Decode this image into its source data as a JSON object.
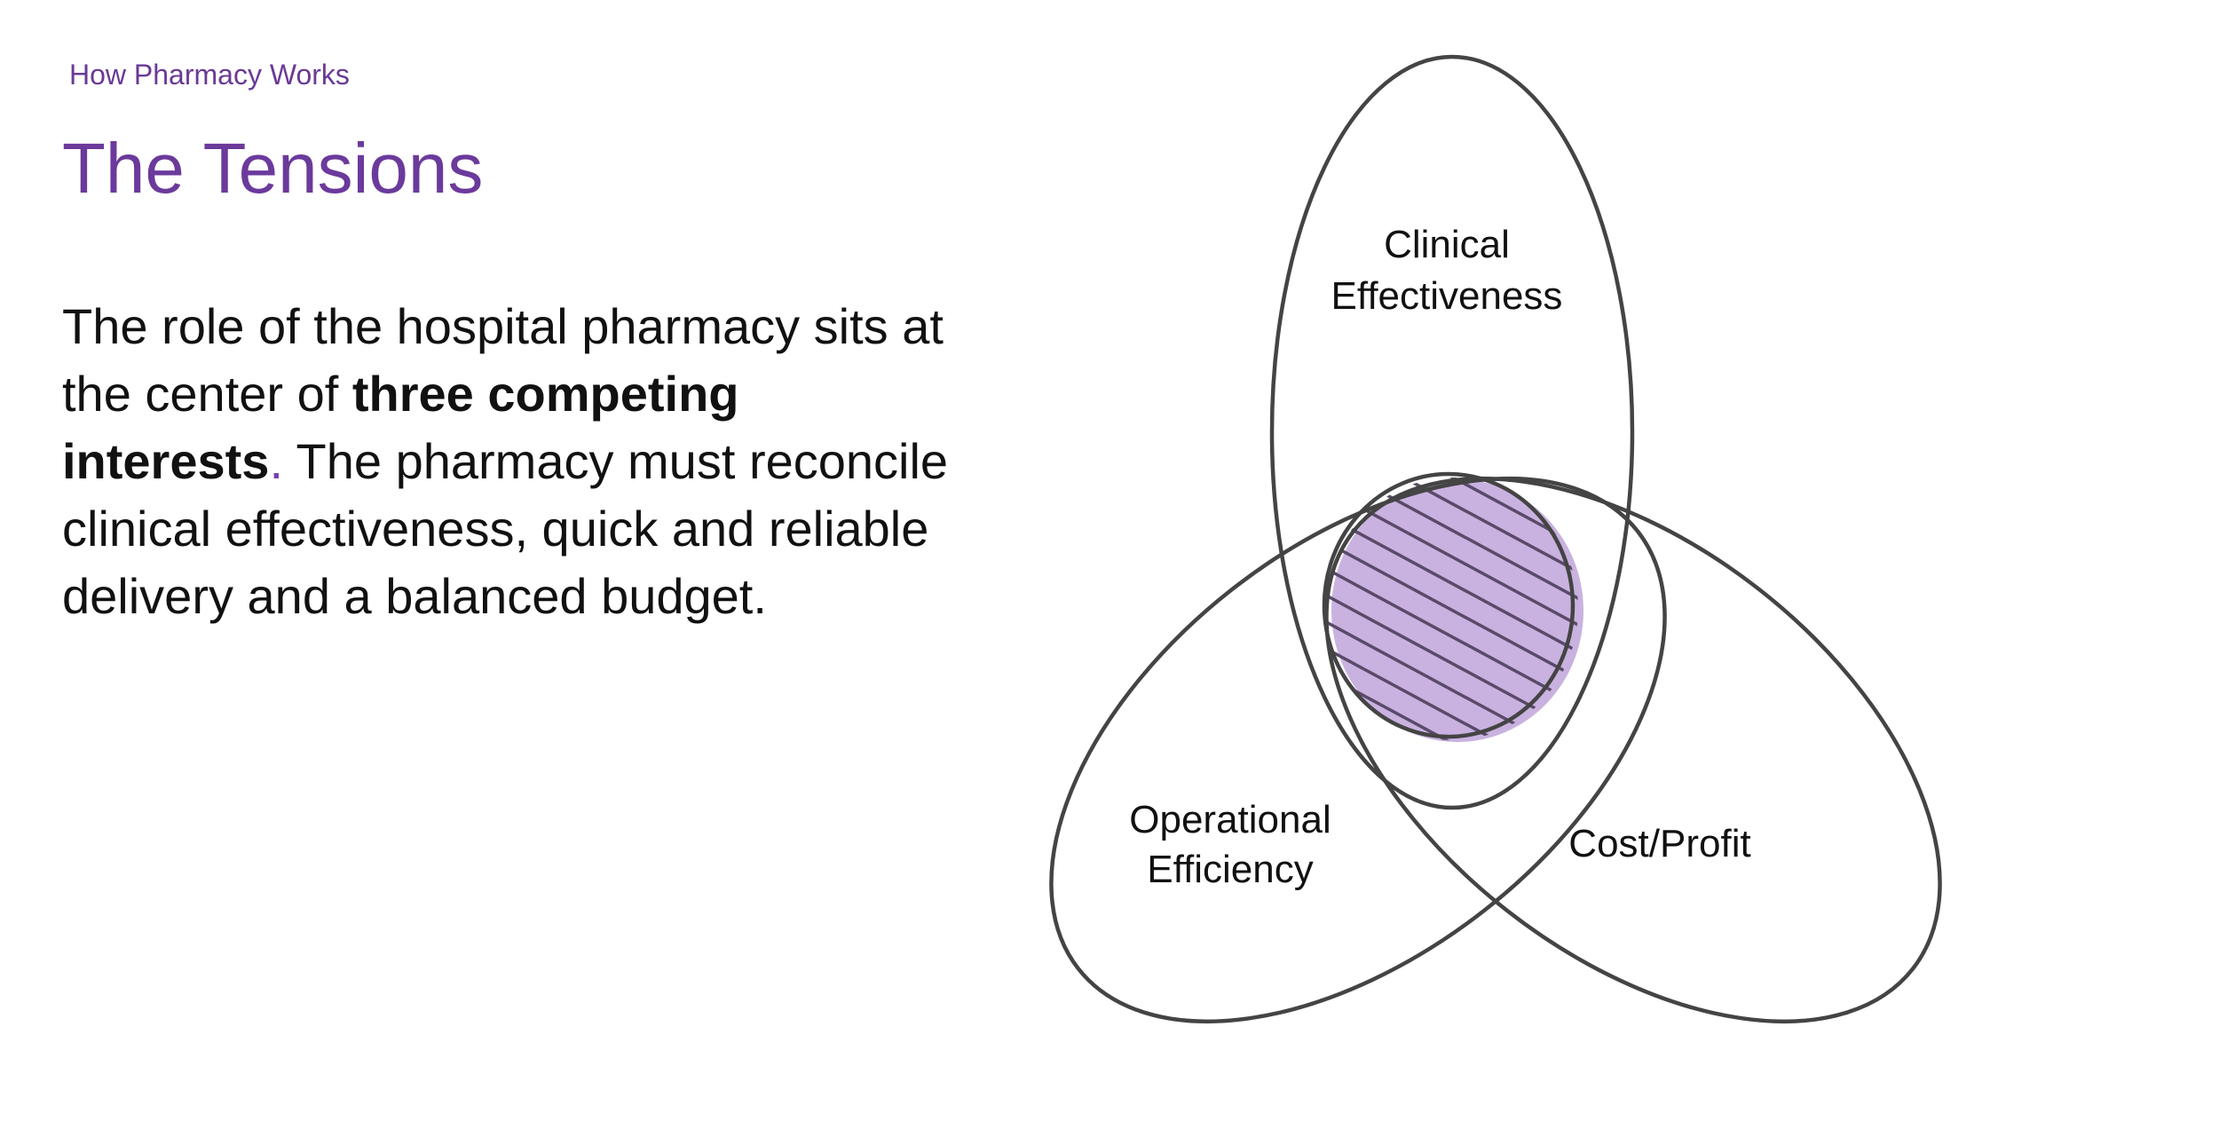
{
  "header": {
    "section": "How Pharmacy Works",
    "title": "The Tensions"
  },
  "body": {
    "part1": "The role of the hospital pharmacy sits at the center of ",
    "emphasis": "three competing interests",
    "dot": ".",
    "part2": " The pharmacy must reconcile clinical effectiveness, quick and reliable delivery and a balanced budget."
  },
  "diagram": {
    "ellipses": [
      {
        "label_line1": "Clinical",
        "label_line2": "Effectiveness"
      },
      {
        "label_line1": "Operational",
        "label_line2": "Efficiency"
      },
      {
        "label_line1": "Cost/Profit",
        "label_line2": ""
      }
    ],
    "center_fill": "#c9b2e0",
    "hatch_color": "#5a4a6a",
    "outline_color": "#444444"
  }
}
